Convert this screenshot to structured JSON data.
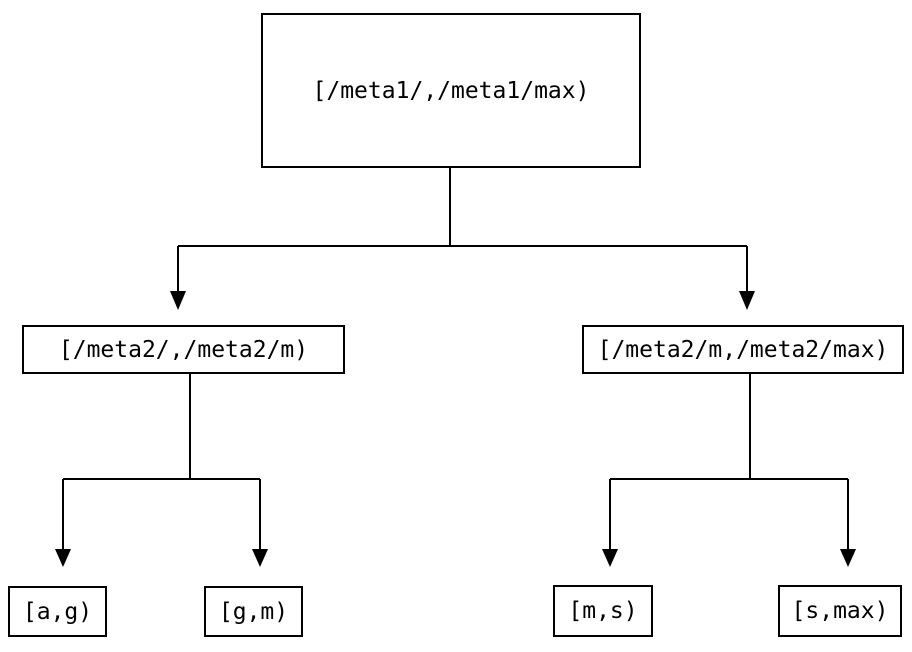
{
  "diagram": {
    "type": "binary-interval-tree",
    "nodes": {
      "root": {
        "label": "[/meta1/,/meta1/max)",
        "level": 0
      },
      "left": {
        "label": "[/meta2/,/meta2/m)",
        "level": 1
      },
      "right": {
        "label": "[/meta2/m,/meta2/max)",
        "level": 1
      },
      "ag": {
        "label": "[a,g)",
        "level": 2
      },
      "gm": {
        "label": "[g,m)",
        "level": 2
      },
      "ms": {
        "label": "[m,s)",
        "level": 2
      },
      "smax": {
        "label": "[s,max)",
        "level": 2
      }
    },
    "edges": [
      {
        "from": "root",
        "to": "left"
      },
      {
        "from": "root",
        "to": "right"
      },
      {
        "from": "left",
        "to": "ag"
      },
      {
        "from": "left",
        "to": "gm"
      },
      {
        "from": "right",
        "to": "ms"
      },
      {
        "from": "right",
        "to": "smax"
      }
    ],
    "colors": {
      "line": "#000000",
      "text": "#000000",
      "node_fill": "#ffffff",
      "background": "#ffffff"
    }
  }
}
